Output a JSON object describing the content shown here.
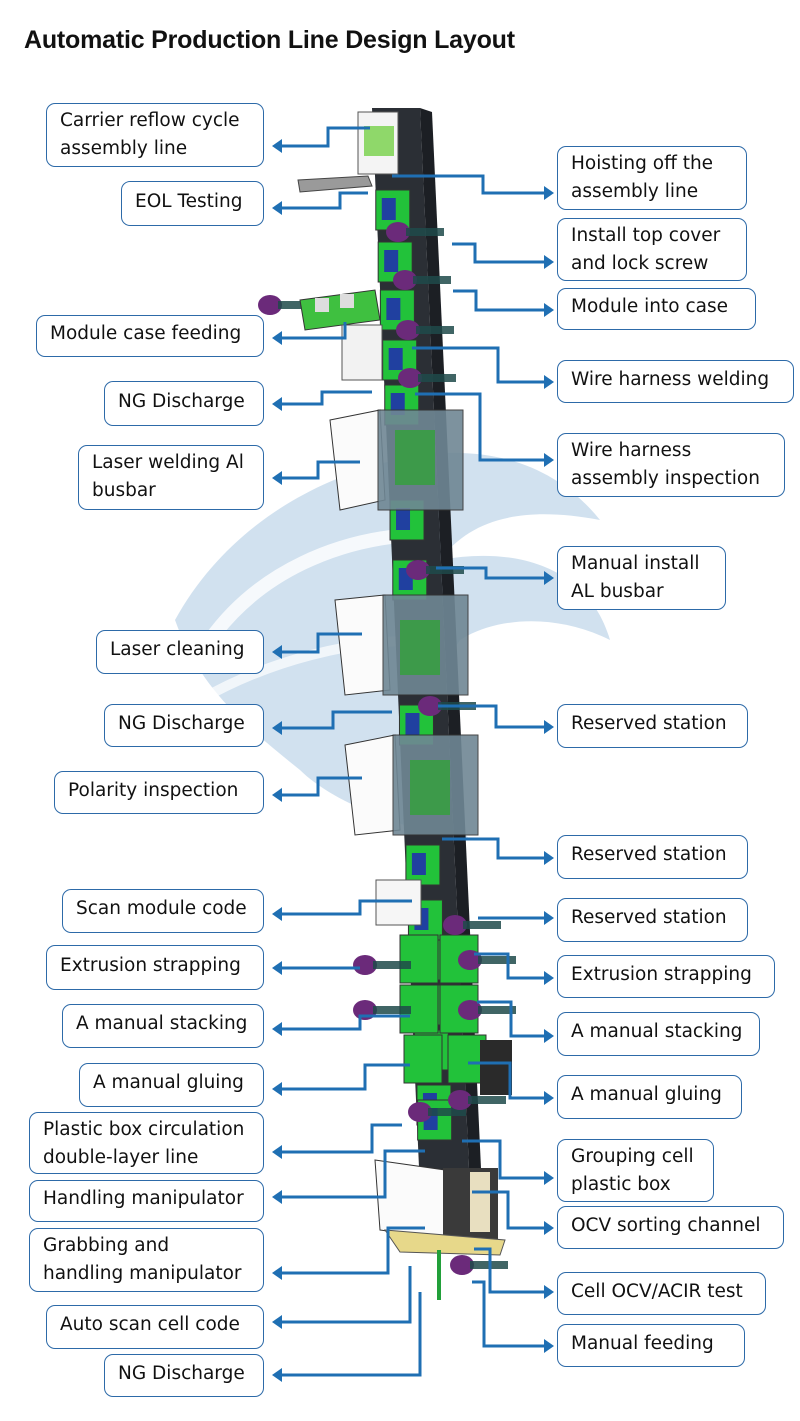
{
  "title": "Automatic Production Line Design Layout",
  "colors": {
    "callout_line": "#1f6fb3",
    "label_border": "#2d6aa8",
    "background_logo": "#c9dcec",
    "station_green": "#22c23a",
    "frame_dark": "#2b2f35",
    "robot_purple": "#6b2a7a",
    "panel_blue": "#2040a0"
  },
  "left_labels": [
    {
      "id": "carrier-reflow",
      "lines": [
        "Carrier reflow cycle",
        "assembly line"
      ]
    },
    {
      "id": "eol-testing",
      "lines": [
        "EOL Testing"
      ]
    },
    {
      "id": "module-case-feeding",
      "lines": [
        "Module case feeding"
      ]
    },
    {
      "id": "ng-discharge-1",
      "lines": [
        "NG Discharge"
      ]
    },
    {
      "id": "laser-welding",
      "lines": [
        "Laser welding Al",
        "busbar"
      ]
    },
    {
      "id": "laser-cleaning",
      "lines": [
        "Laser cleaning"
      ]
    },
    {
      "id": "ng-discharge-2",
      "lines": [
        "NG Discharge"
      ]
    },
    {
      "id": "polarity-inspection",
      "lines": [
        "Polarity inspection"
      ]
    },
    {
      "id": "scan-module-code",
      "lines": [
        "Scan module code"
      ]
    },
    {
      "id": "extrusion-strapping-left",
      "lines": [
        "Extrusion strapping"
      ]
    },
    {
      "id": "manual-stacking-left",
      "lines": [
        "A manual stacking"
      ]
    },
    {
      "id": "manual-gluing-left",
      "lines": [
        "A manual gluing"
      ]
    },
    {
      "id": "plastic-box-circulation",
      "lines": [
        "Plastic box circulation",
        "double-layer line"
      ]
    },
    {
      "id": "handling-manipulator",
      "lines": [
        "Handling manipulator"
      ]
    },
    {
      "id": "grabbing-handling-manipulator",
      "lines": [
        "Grabbing and",
        "handling manipulator"
      ]
    },
    {
      "id": "auto-scan-cell-code",
      "lines": [
        "Auto scan cell code"
      ]
    },
    {
      "id": "ng-discharge-3",
      "lines": [
        "NG Discharge"
      ]
    }
  ],
  "right_labels": [
    {
      "id": "hoisting-off",
      "lines": [
        "Hoisting off the",
        "assembly line"
      ]
    },
    {
      "id": "install-top-cover",
      "lines": [
        "Install top cover",
        "and lock screw"
      ]
    },
    {
      "id": "module-into-case",
      "lines": [
        "Module into case"
      ]
    },
    {
      "id": "wire-harness-welding",
      "lines": [
        "Wire harness welding"
      ]
    },
    {
      "id": "wire-harness-inspection",
      "lines": [
        "Wire harness",
        "assembly inspection"
      ]
    },
    {
      "id": "manual-install-al-busbar",
      "lines": [
        "Manual install",
        "AL busbar"
      ]
    },
    {
      "id": "reserved-station-1",
      "lines": [
        "Reserved station"
      ]
    },
    {
      "id": "reserved-station-2",
      "lines": [
        "Reserved station"
      ]
    },
    {
      "id": "reserved-station-3",
      "lines": [
        "Reserved station"
      ]
    },
    {
      "id": "extrusion-strapping-right",
      "lines": [
        "Extrusion strapping"
      ]
    },
    {
      "id": "manual-stacking-right",
      "lines": [
        "A manual stacking"
      ]
    },
    {
      "id": "manual-gluing-right",
      "lines": [
        "A manual gluing"
      ]
    },
    {
      "id": "grouping-cell-plastic-box",
      "lines": [
        "Grouping cell",
        "plastic box"
      ]
    },
    {
      "id": "ocv-sorting-channel",
      "lines": [
        "OCV sorting channel"
      ]
    },
    {
      "id": "cell-ocv-acir-test",
      "lines": [
        "Cell OCV/ACIR test"
      ]
    },
    {
      "id": "manual-feeding",
      "lines": [
        "Manual feeding"
      ]
    }
  ]
}
